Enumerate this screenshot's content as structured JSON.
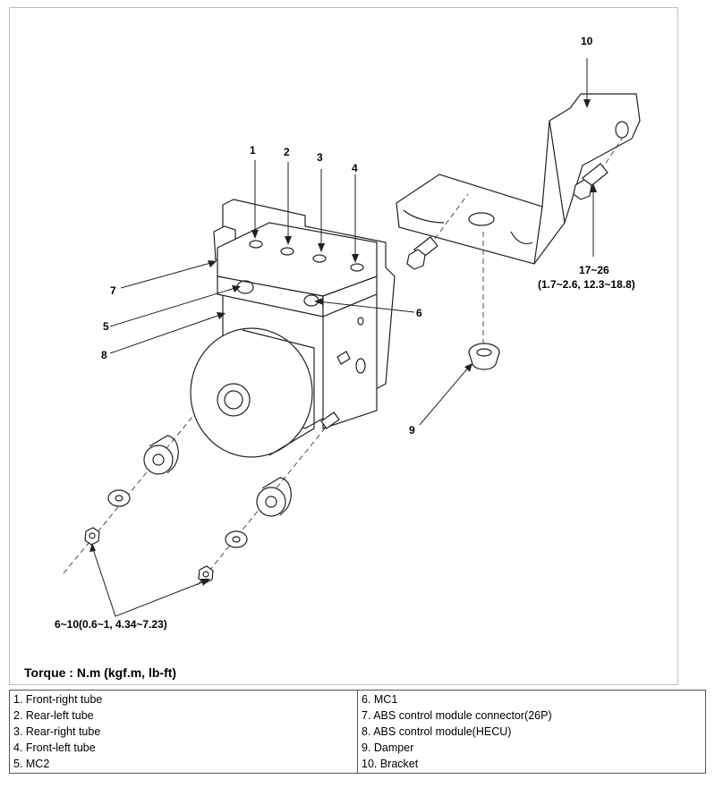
{
  "diagram": {
    "labels": {
      "l1": "1",
      "l2": "2",
      "l3": "3",
      "l4": "4",
      "l5": "5",
      "l6": "6",
      "l7": "7",
      "l8": "8",
      "l9": "9",
      "l10": "10"
    },
    "torque_bracket": {
      "line1": "17~26",
      "line2": "(1.7~2.6, 12.3~18.8)"
    },
    "torque_nuts": "6~10(0.6~1, 4.34~7.23)",
    "torque_units": "Torque : N.m (kgf.m, lb-ft)"
  },
  "legend": {
    "left": [
      "1. Front-right tube",
      "2. Rear-left tube",
      "3. Rear-right tube",
      "4. Front-left tube",
      "5. MC2"
    ],
    "right": [
      "6. MC1",
      "7. ABS control module connector(26P)",
      "8. ABS control module(HECU)",
      "9. Damper",
      "10. Bracket"
    ]
  }
}
